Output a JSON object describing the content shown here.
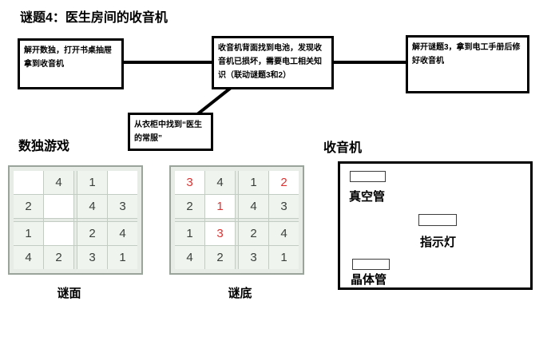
{
  "title": "谜题4：医生房间的收音机",
  "flowchart": {
    "nodes": [
      {
        "text": "解开数独，打开书桌抽屉拿到收音机"
      },
      {
        "text": "收音机背面找到电池，发现收音机已损坏，需要电工相关知识（联动谜题3和2）"
      },
      {
        "text": "解开谜题3，拿到电工手册后修好收音机"
      },
      {
        "text": "从衣柜中找到“医生的常服”"
      }
    ]
  },
  "sudoku": {
    "section_title": "数独游戏",
    "puzzle_caption": "谜面",
    "solution_caption": "谜底",
    "puzzle": [
      [
        "",
        "4",
        "1",
        ""
      ],
      [
        "2",
        "",
        "4",
        "3"
      ],
      [
        "1",
        "",
        "2",
        "4"
      ],
      [
        "4",
        "2",
        "3",
        "1"
      ]
    ],
    "solution": [
      [
        "3",
        "4",
        "1",
        "2"
      ],
      [
        "2",
        "1",
        "4",
        "3"
      ],
      [
        "1",
        "3",
        "2",
        "4"
      ],
      [
        "4",
        "2",
        "3",
        "1"
      ]
    ],
    "solution_red_cells": [
      [
        0,
        0
      ],
      [
        0,
        3
      ],
      [
        1,
        1
      ],
      [
        2,
        1
      ]
    ],
    "colors": {
      "given_bg": "#f0f4ef",
      "empty_bg": "#ffffff",
      "digit": "#3a3f3b",
      "solved_digit": "#e03130",
      "grid_line": "#c2ccc2",
      "frame_border": "#9ba49b"
    }
  },
  "radio": {
    "section_title": "收音机",
    "components": [
      {
        "label": "真空管"
      },
      {
        "label": "指示灯"
      },
      {
        "label": "晶体管"
      }
    ]
  }
}
